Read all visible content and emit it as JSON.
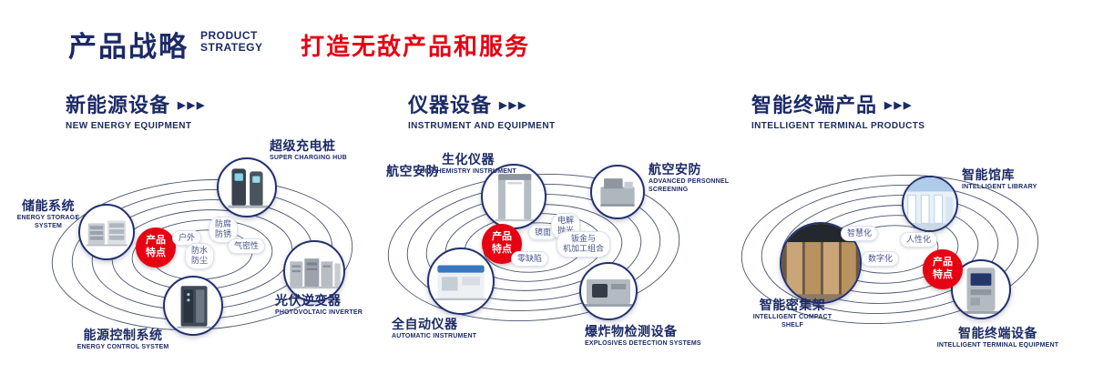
{
  "header": {
    "title": "产品战略",
    "subtitle_lines": [
      "PRODUCT",
      "STRATEGY"
    ],
    "slogan": "打造无敌产品和服务"
  },
  "icons": {
    "triple_arrow": "▶▶▶"
  },
  "colors": {
    "navy": "#1c2b66",
    "red": "#e60113"
  },
  "sections": [
    {
      "title": "新能源设备",
      "subtitle": "NEW ENERGY EQUIPMENT",
      "badge": "产品\n特点",
      "features": [
        "户外",
        "防腐\n防锈",
        "气密性",
        "防水\n防尘"
      ],
      "products": [
        {
          "cn": "储能系统",
          "en": "ENERGY STORAGE SYSTEM"
        },
        {
          "cn": "超级充电桩",
          "en": "SUPER CHARGING HUB"
        },
        {
          "cn": "光伏逆变器",
          "en": "PHOTOVOLTAIC INVERTER"
        },
        {
          "cn": "能源控制系统",
          "en": "ENERGY CONTROL SYSTEM"
        }
      ]
    },
    {
      "title": "仪器设备",
      "subtitle": "INSTRUMENT AND EQUIPMENT",
      "badge": "产品\n特点",
      "side_label": "航空安防",
      "features": [
        "镜面",
        "电解\n抛光",
        "零缺陷",
        "钣金与\n机加工组合"
      ],
      "products": [
        {
          "cn": "生化仪器",
          "en": "BIOCHEMISTRY INSTRUMENT"
        },
        {
          "cn": "航空安防",
          "en": "ADVANCED PERSONNEL SCREENING"
        },
        {
          "cn": "全自动仪器",
          "en": "AUTOMATIC INSTRUMENT"
        },
        {
          "cn": "爆炸物检测设备",
          "en": "EXPLOSIVES DETECTION SYSTEMS"
        }
      ]
    },
    {
      "title": "智能终端产品",
      "subtitle": "INTELLIGENT TERMINAL PRODUCTS",
      "badge": "产品\n特点",
      "features": [
        "智慧化",
        "人性化",
        "数字化"
      ],
      "products": [
        {
          "cn": "智能馆库",
          "en": "INTELLIGENT LIBRARY"
        },
        {
          "cn": "智能密集架",
          "en": "INTELLIGENT COMPACT SHELF"
        },
        {
          "cn": "智能终端设备",
          "en": "INTELLIGENT TERMINAL EQUIPMENT"
        }
      ]
    }
  ]
}
